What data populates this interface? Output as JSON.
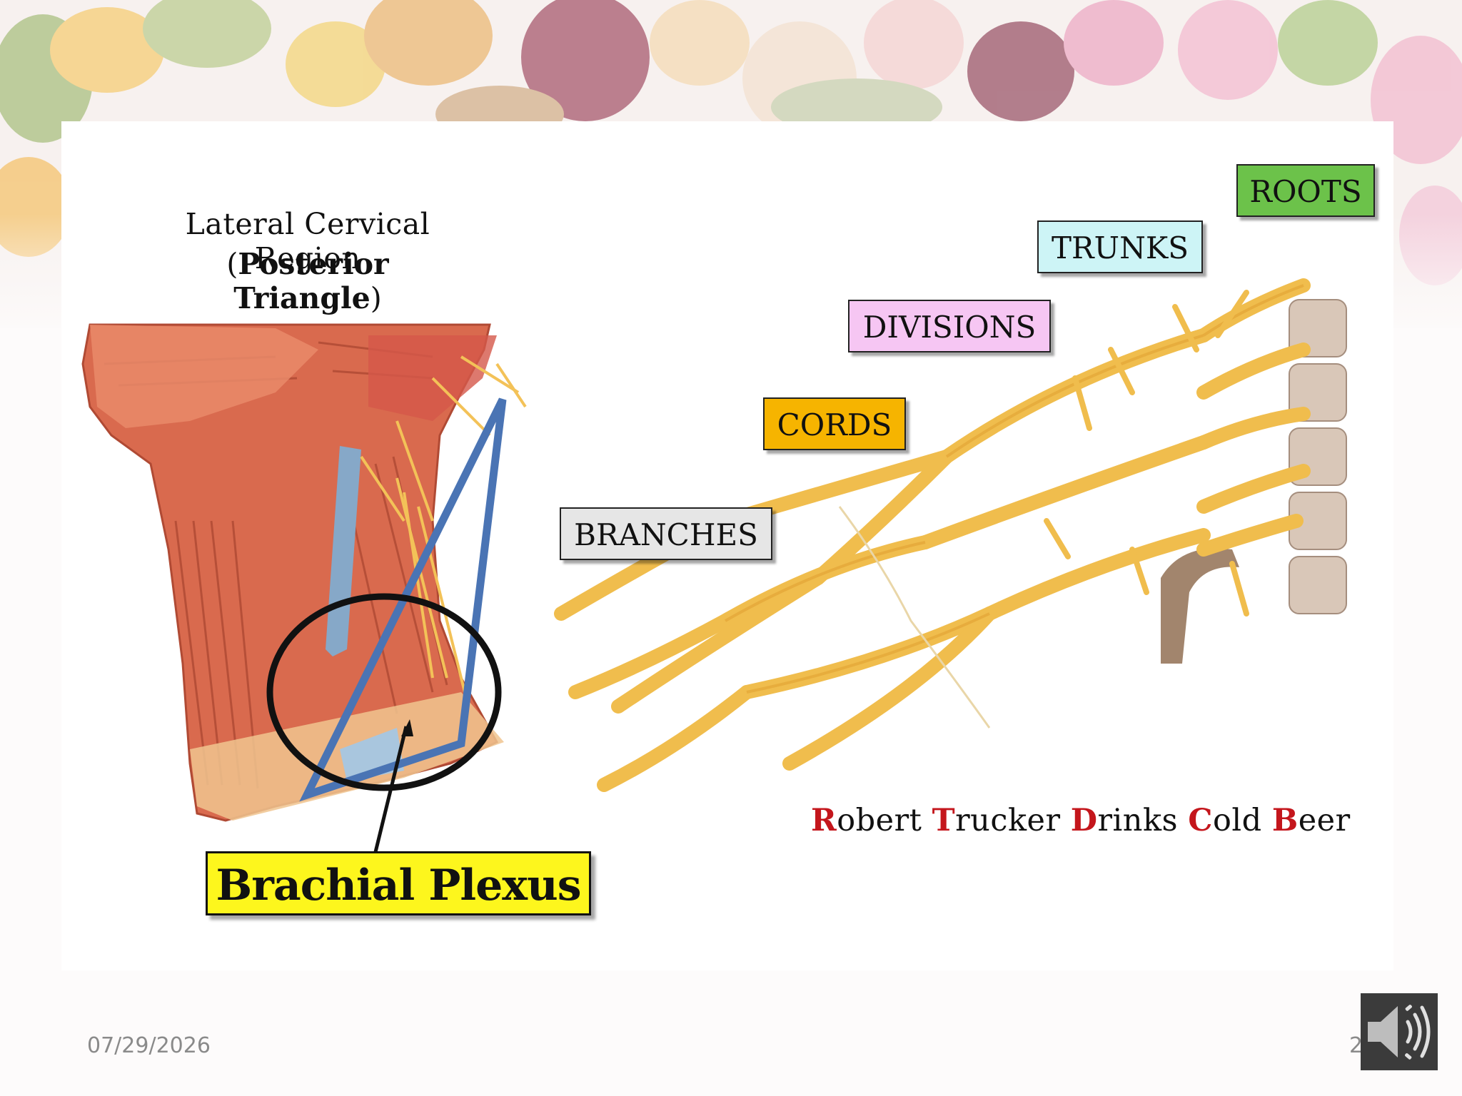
{
  "slide": {
    "left_figure": {
      "title_line1": "Lateral Cervical Region",
      "title_line2_open": "(",
      "title_line2_bold": "Posterior Triangle",
      "title_line2_close": ")",
      "label": "Brachial Plexus"
    },
    "right_figure": {
      "tags": {
        "roots": "ROOTS",
        "trunks": "TRUNKS",
        "divisions": "DIVISIONS",
        "cords": "CORDS",
        "branches": "BRANCHES"
      },
      "mnemonic": [
        {
          "initial": "R",
          "rest": "obert "
        },
        {
          "initial": "T",
          "rest": "rucker "
        },
        {
          "initial": "D",
          "rest": "rinks "
        },
        {
          "initial": "C",
          "rest": "old "
        },
        {
          "initial": "B",
          "rest": "eer"
        }
      ]
    }
  },
  "footer": {
    "date": "07/29/2026",
    "page_number": "2"
  },
  "icons": {
    "audio": "speaker-icon"
  },
  "colors": {
    "roots_tag": "#6cc24a",
    "trunks_tag": "#cdf4f6",
    "divisions_tag": "#f6c6f3",
    "cords_tag": "#f6b400",
    "branches_tag": "#e6e6e6",
    "brachial_plexus_label": "#fdf61d",
    "mnemonic_initial": "#c4161c",
    "triangle_outline": "#4a74b4",
    "nerve": "#f3c258"
  }
}
